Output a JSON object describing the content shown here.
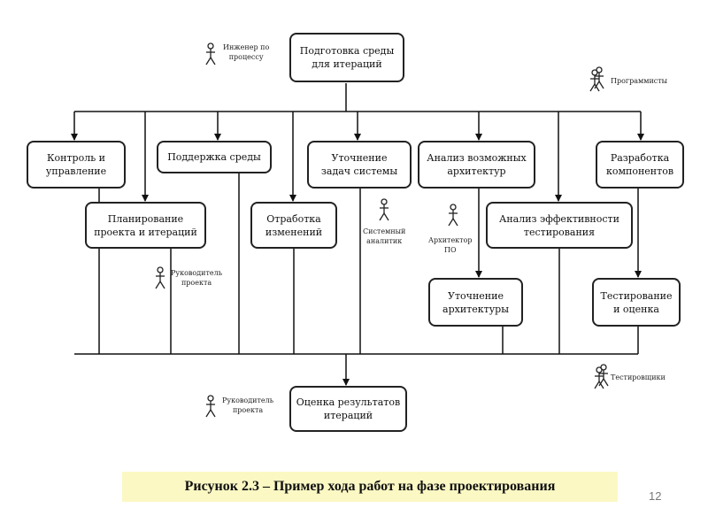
{
  "boxes": {
    "prepare_env": "Подготовка среды\nдля итераций",
    "control": "Контроль и\nуправление",
    "support_env": "Поддержка среды",
    "refine_tasks": "Уточнение\nзадач системы",
    "analyze_arch": "Анализ возможных\nархитектур",
    "develop_components": "Разработка\nкомпонентов",
    "planning": "Планирование\nпроекта и итераций",
    "changes": "Отработка\nизменений",
    "test_efficiency": "Анализ эффективности\nтестирования",
    "refine_arch": "Уточнение\nархитектуры",
    "testing": "Тестирование\nи оценка",
    "evaluate": "Оценка результатов\nитераций"
  },
  "roles": {
    "process_engineer": "Инженер по\nпроцессу",
    "programmers": "Программисты",
    "system_analyst": "Системный\nаналитик",
    "sw_architect": "Архитектор\nПО",
    "project_manager_1": "Руководитель\nпроекта",
    "testers": "Тестировщики",
    "project_manager_2": "Руководитель\nпроекта"
  },
  "caption": "Рисунок 2.3 – Пример хода работ на фазе проектирования",
  "page_number": "12"
}
